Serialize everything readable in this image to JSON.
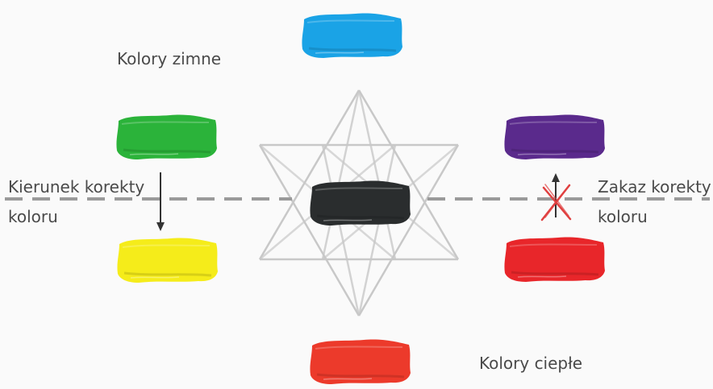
{
  "labels": {
    "cold_colors": "Kolory zimne",
    "warm_colors": "Kolory ciepłe",
    "correction_direction_line1": "Kierunek korekty",
    "correction_direction_line2": "koloru",
    "correction_forbidden_line1": "Zakaz korekty",
    "correction_forbidden_line2": "koloru"
  },
  "swatches": {
    "blue": "#1aa3e6",
    "green": "#2bb33a",
    "purple": "#5a2a8c",
    "black": "#2a2d2e",
    "yellow": "#f5ec1a",
    "red_right": "#e8262a",
    "red_bottom": "#ec3a2b"
  },
  "colors": {
    "star_lines": "#c8c8c8",
    "dashed_line": "#9a9a9a",
    "arrow": "#333333",
    "forbid_cross": "#e04040"
  }
}
